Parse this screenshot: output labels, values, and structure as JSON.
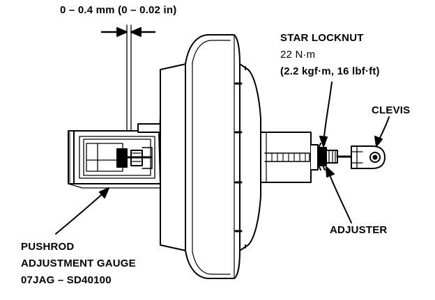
{
  "clearance": {
    "text": "0 – 0.4 mm (0 – 0.02 in)"
  },
  "star_locknut": {
    "name": "STAR LOCKNUT",
    "torque_nm": "22 N·m",
    "torque_alt": "(2.2 kgf·m, 16 lbf·ft)"
  },
  "clevis": {
    "name": "CLEVIS"
  },
  "adjuster": {
    "name": "ADJUSTER"
  },
  "gauge": {
    "line1": "PUSHROD",
    "line2": "ADJUSTMENT GAUGE",
    "part_number": "07JAG – SD40100"
  },
  "colors": {
    "ink": "#000000",
    "paper": "#ffffff"
  }
}
